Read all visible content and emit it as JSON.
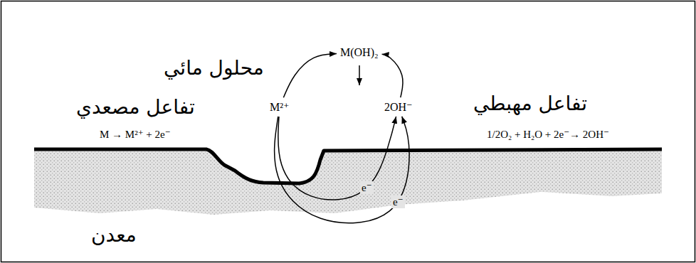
{
  "diagram": {
    "nodes": [
      {
        "text": [
          "M²⁺"
        ]
      },
      {
        "text": [
          "M(OH)₂"
        ]
      },
      {
        "text": [
          "2OH⁻"
        ]
      }
    ],
    "edges": [
      {
        "from": 0,
        "to": 1,
        "arrow": "to"
      },
      {
        "from": 2,
        "to": 1,
        "arrow": "to"
      },
      {
        "from": 0,
        "to": 2,
        "label": "e⁻",
        "arrow": "to"
      },
      {
        "from": 0,
        "to": 2,
        "label": "e⁻",
        "arrow": "to"
      }
    ],
    "labels": [
      "محلول مائي",
      "تفاعل مصعدي",
      "M → M²⁺ + 2e⁻",
      "تفاعل مهبطي",
      "1/2O₂ + H₂O + 2e⁻→ 2OH⁻",
      "معدن"
    ]
  }
}
